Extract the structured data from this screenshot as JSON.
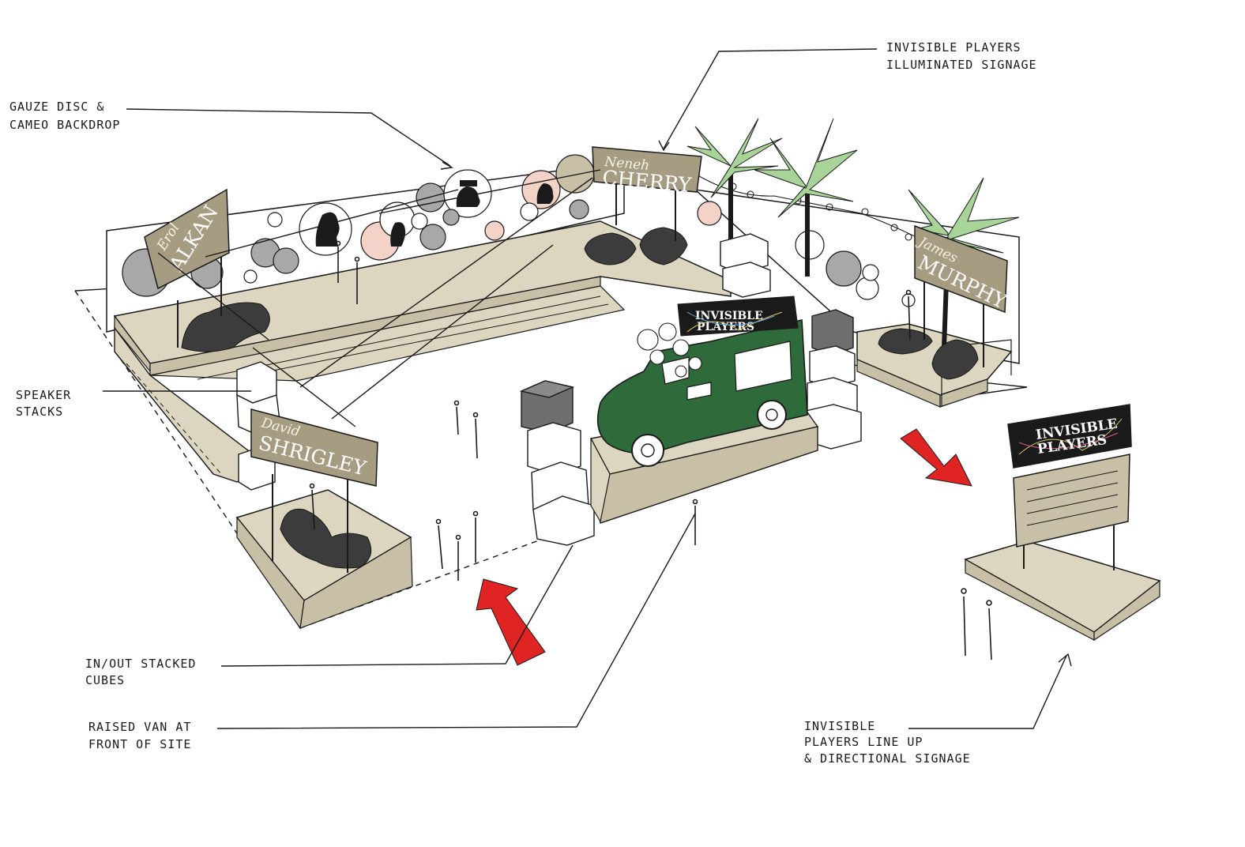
{
  "colors": {
    "ink": "#1a1a1a",
    "sand": "#dcd5c0",
    "sand_dark": "#c7bfa6",
    "sign_board": "#a69c82",
    "van_green": "#2f6a3a",
    "palm_green": "#a8d49a",
    "arrow_red": "#e02424",
    "rock": "#3c3c3c",
    "disc_grey": "#a8a8a8",
    "disc_pink": "#f3d2c8",
    "cube_dark": "#6e6e6e"
  },
  "annotations": {
    "gauze": [
      "GAUZE DISC &",
      "CAMEO BACKDROP"
    ],
    "illuminated": [
      "INVISIBLE PLAYERS",
      "ILLUMINATED SIGNAGE"
    ],
    "speaker": [
      "SPEAKER",
      "STACKS"
    ],
    "cubes": [
      "IN/OUT STACKED",
      "CUBES"
    ],
    "van": [
      "RAISED VAN AT",
      "FRONT OF SITE"
    ],
    "lineup": [
      "INVISIBLE",
      "PLAYERS LINE UP",
      "& DIRECTIONAL SIGNAGE"
    ]
  },
  "signs": {
    "alkan": {
      "first": "Erol",
      "last": "ALKAN"
    },
    "cherry": {
      "first": "Neneh",
      "last": "CHERRY"
    },
    "murphy": {
      "first": "James",
      "last": "MURPHY"
    },
    "shrigley": {
      "first": "David",
      "last": "SHRIGLEY"
    }
  },
  "brand": {
    "line1": "INVISIBLE",
    "line2": "PLAYERS"
  },
  "icons": [
    "cameo-silhouette-icon",
    "palm-tree-icon",
    "person-figure-icon",
    "arrow-icon"
  ]
}
